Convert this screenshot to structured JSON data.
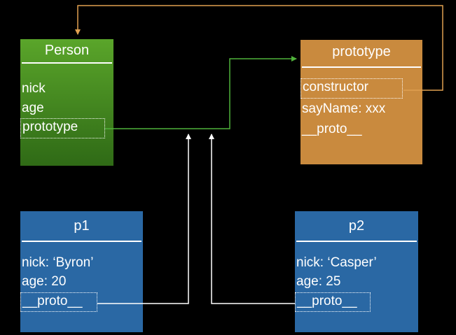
{
  "colors": {
    "background": "#000000",
    "person_fill_top": "#5aa52a",
    "person_fill_bottom": "#2f6a16",
    "prototype_fill": "#c98a3e",
    "instance_fill": "#2a68a4",
    "text": "#ffffff",
    "link_green": "#4fb23a",
    "link_orange": "#e0a050",
    "link_white": "#ffffff"
  },
  "person": {
    "title": "Person",
    "fields": [
      "nick",
      "age",
      "prototype"
    ]
  },
  "prototype": {
    "title": "prototype",
    "fields": [
      "constructor",
      "sayName: xxx",
      "__proto__"
    ]
  },
  "p1": {
    "title": "p1",
    "fields": [
      "nick: ‘Byron’",
      "age: 20",
      "__proto__"
    ]
  },
  "p2": {
    "title": "p2",
    "fields": [
      "nick: ‘Casper’",
      "age: 25",
      "__proto__"
    ]
  }
}
